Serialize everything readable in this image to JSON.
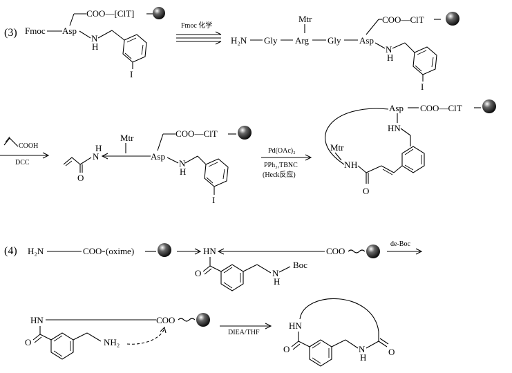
{
  "scheme3": {
    "label": "(3)",
    "sm_fmoc": "Fmoc",
    "sm_asp": "Asp",
    "sm_coo_clt": "COO—[ClT]",
    "sm_nh_n": "N",
    "sm_nh_h": "H",
    "sm_iodo": "I",
    "arrow1_label": "Fmoc 化学",
    "p1_h2n": "H₂N",
    "p1_gly1": "Gly",
    "p1_mtr": "Mtr",
    "p1_arg": "Arg",
    "p1_gly2": "Gly",
    "p1_asp": "Asp",
    "p1_coo_clt": "COO—ClT",
    "p1_nh_n": "N",
    "p1_nh_h": "H",
    "p1_iodo": "I",
    "reagent_acid": "COOH",
    "reagent_dcc": "DCC",
    "p2_h": "H",
    "p2_n": "N",
    "p2_o": "O",
    "p2_mtr": "Mtr",
    "p2_asp": "Asp",
    "p2_coo_clt": "COO—ClT",
    "p2_nh_n": "N",
    "p2_nh_h": "H",
    "p2_iodo": "I",
    "arrow3_label1": "Pd(OAc)₂",
    "arrow3_label2": "PPh₃,TBNC",
    "arrow3_label3": "(Heck反应)",
    "p3_asp": "Asp",
    "p3_coo_clt": "COO—ClT",
    "p3_hn": "HN",
    "p3_mtr": "Mtr",
    "p3_n": "N",
    "p3_h": "H",
    "p3_o": "O"
  },
  "scheme4": {
    "label": "(4)",
    "sm_h2n": "H₂N",
    "sm_coo": "COO",
    "sm_oxime": "(oxime)",
    "p_hn": "HN",
    "p_o": "O",
    "p_nh_n": "N",
    "p_nh_h": "H",
    "p_boc": "Boc",
    "p_coo": "COO",
    "arrow_deboc": "de-Boc",
    "q_hn": "HN",
    "q_o": "O",
    "q_nh2": "NH₂",
    "q_coo": "COO",
    "arrow_diea": "DIEA/THF",
    "r_hn": "HN",
    "r_o1": "O",
    "r_nh_n": "N",
    "r_nh_h": "H",
    "r_o2": "O"
  }
}
